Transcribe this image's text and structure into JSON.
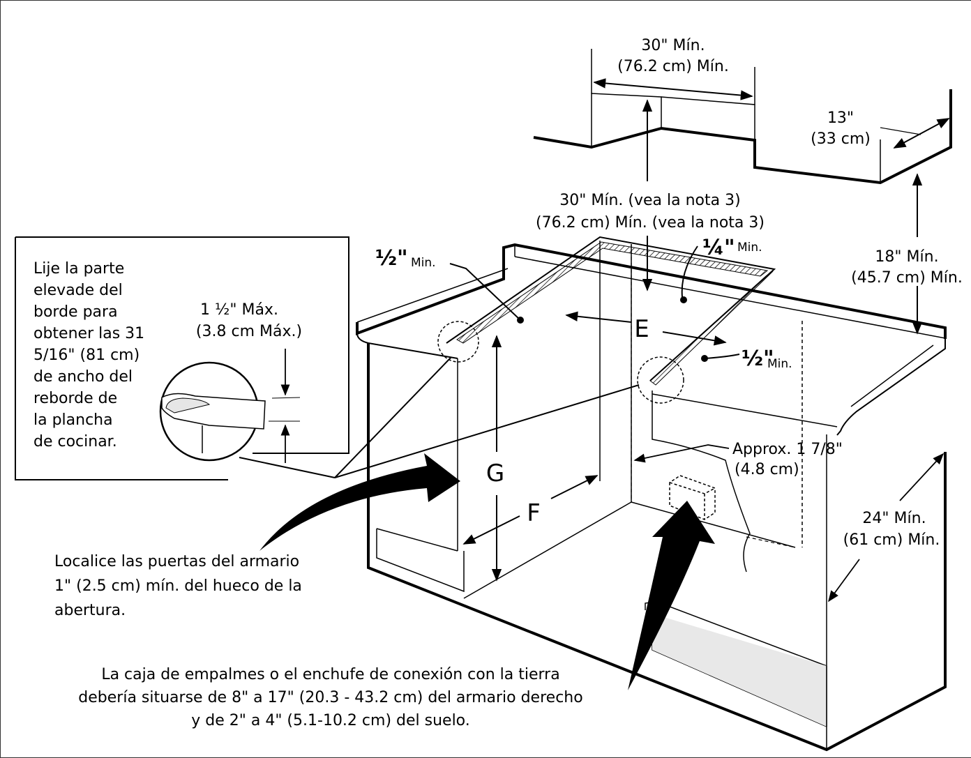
{
  "top_width": {
    "line1": "30\" Mín.",
    "line2": "(76.2 cm) Mín."
  },
  "top_depth": {
    "line1": "13\"",
    "line2": "(33 cm)"
  },
  "upper_clearance": {
    "line1": "30\" Mín. (vea la nota 3)",
    "line2": "(76.2 cm) Mín. (vea la nota 3)"
  },
  "side_clearance": {
    "line1": "18\" Mín.",
    "line2": "(45.7 cm) Mín."
  },
  "inset_note": {
    "lines": [
      "Lije la parte",
      "elevade del",
      "borde para",
      "obtener las 31",
      "5/16\" (81 cm)",
      "de ancho del",
      "reborde de",
      "la plancha",
      "de cocinar."
    ]
  },
  "max_edge": {
    "line1": "1 ½\" Máx.",
    "line2": "(3.8 cm Máx.)"
  },
  "half_min_left": {
    "frac": "½\"",
    "unit": "Min."
  },
  "quarter_min": {
    "frac": "¼\"",
    "unit": "Min."
  },
  "half_min_right": {
    "frac": "½\"",
    "unit": "Min."
  },
  "letters": {
    "e": "E",
    "f": "F",
    "g": "G"
  },
  "approx": {
    "line1": "Approx. 1 7/8\"",
    "line2": "(4.8 cm)"
  },
  "depth_min": {
    "line1": "24\" Mín.",
    "line2": "(61 cm) Mín."
  },
  "door_note": {
    "lines": [
      "Localice las puertas del armario",
      "1\" (2.5 cm) mín. del hueco de la",
      "abertura."
    ]
  },
  "junction_note": {
    "lines": [
      "La caja de empalmes o el enchufe de conexión con la tierra",
      "debería situarse de 8\" a 17\" (20.3 - 43.2 cm) del armario derecho",
      "y de 2\" a 4\" (5.1-10.2 cm) del suelo."
    ]
  }
}
